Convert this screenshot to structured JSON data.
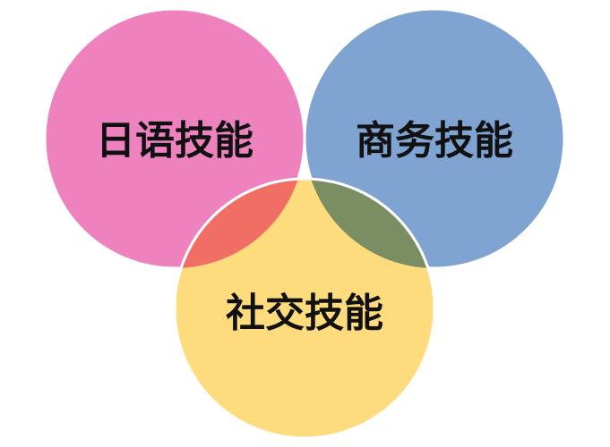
{
  "diagram": {
    "type": "venn",
    "sets": [
      {
        "id": "japanese",
        "label": "日语技能",
        "color": "#ee82be"
      },
      {
        "id": "business",
        "label": "商务技能",
        "color": "#7fa4d1"
      },
      {
        "id": "social",
        "label": "社交技能",
        "color": "#fedc7e"
      }
    ],
    "overlaps": [
      {
        "sets": [
          "japanese",
          "social"
        ],
        "color": "#f06e63"
      },
      {
        "sets": [
          "business",
          "social"
        ],
        "color": "#7b8e63"
      }
    ],
    "stroke_color": "#ffffff"
  }
}
